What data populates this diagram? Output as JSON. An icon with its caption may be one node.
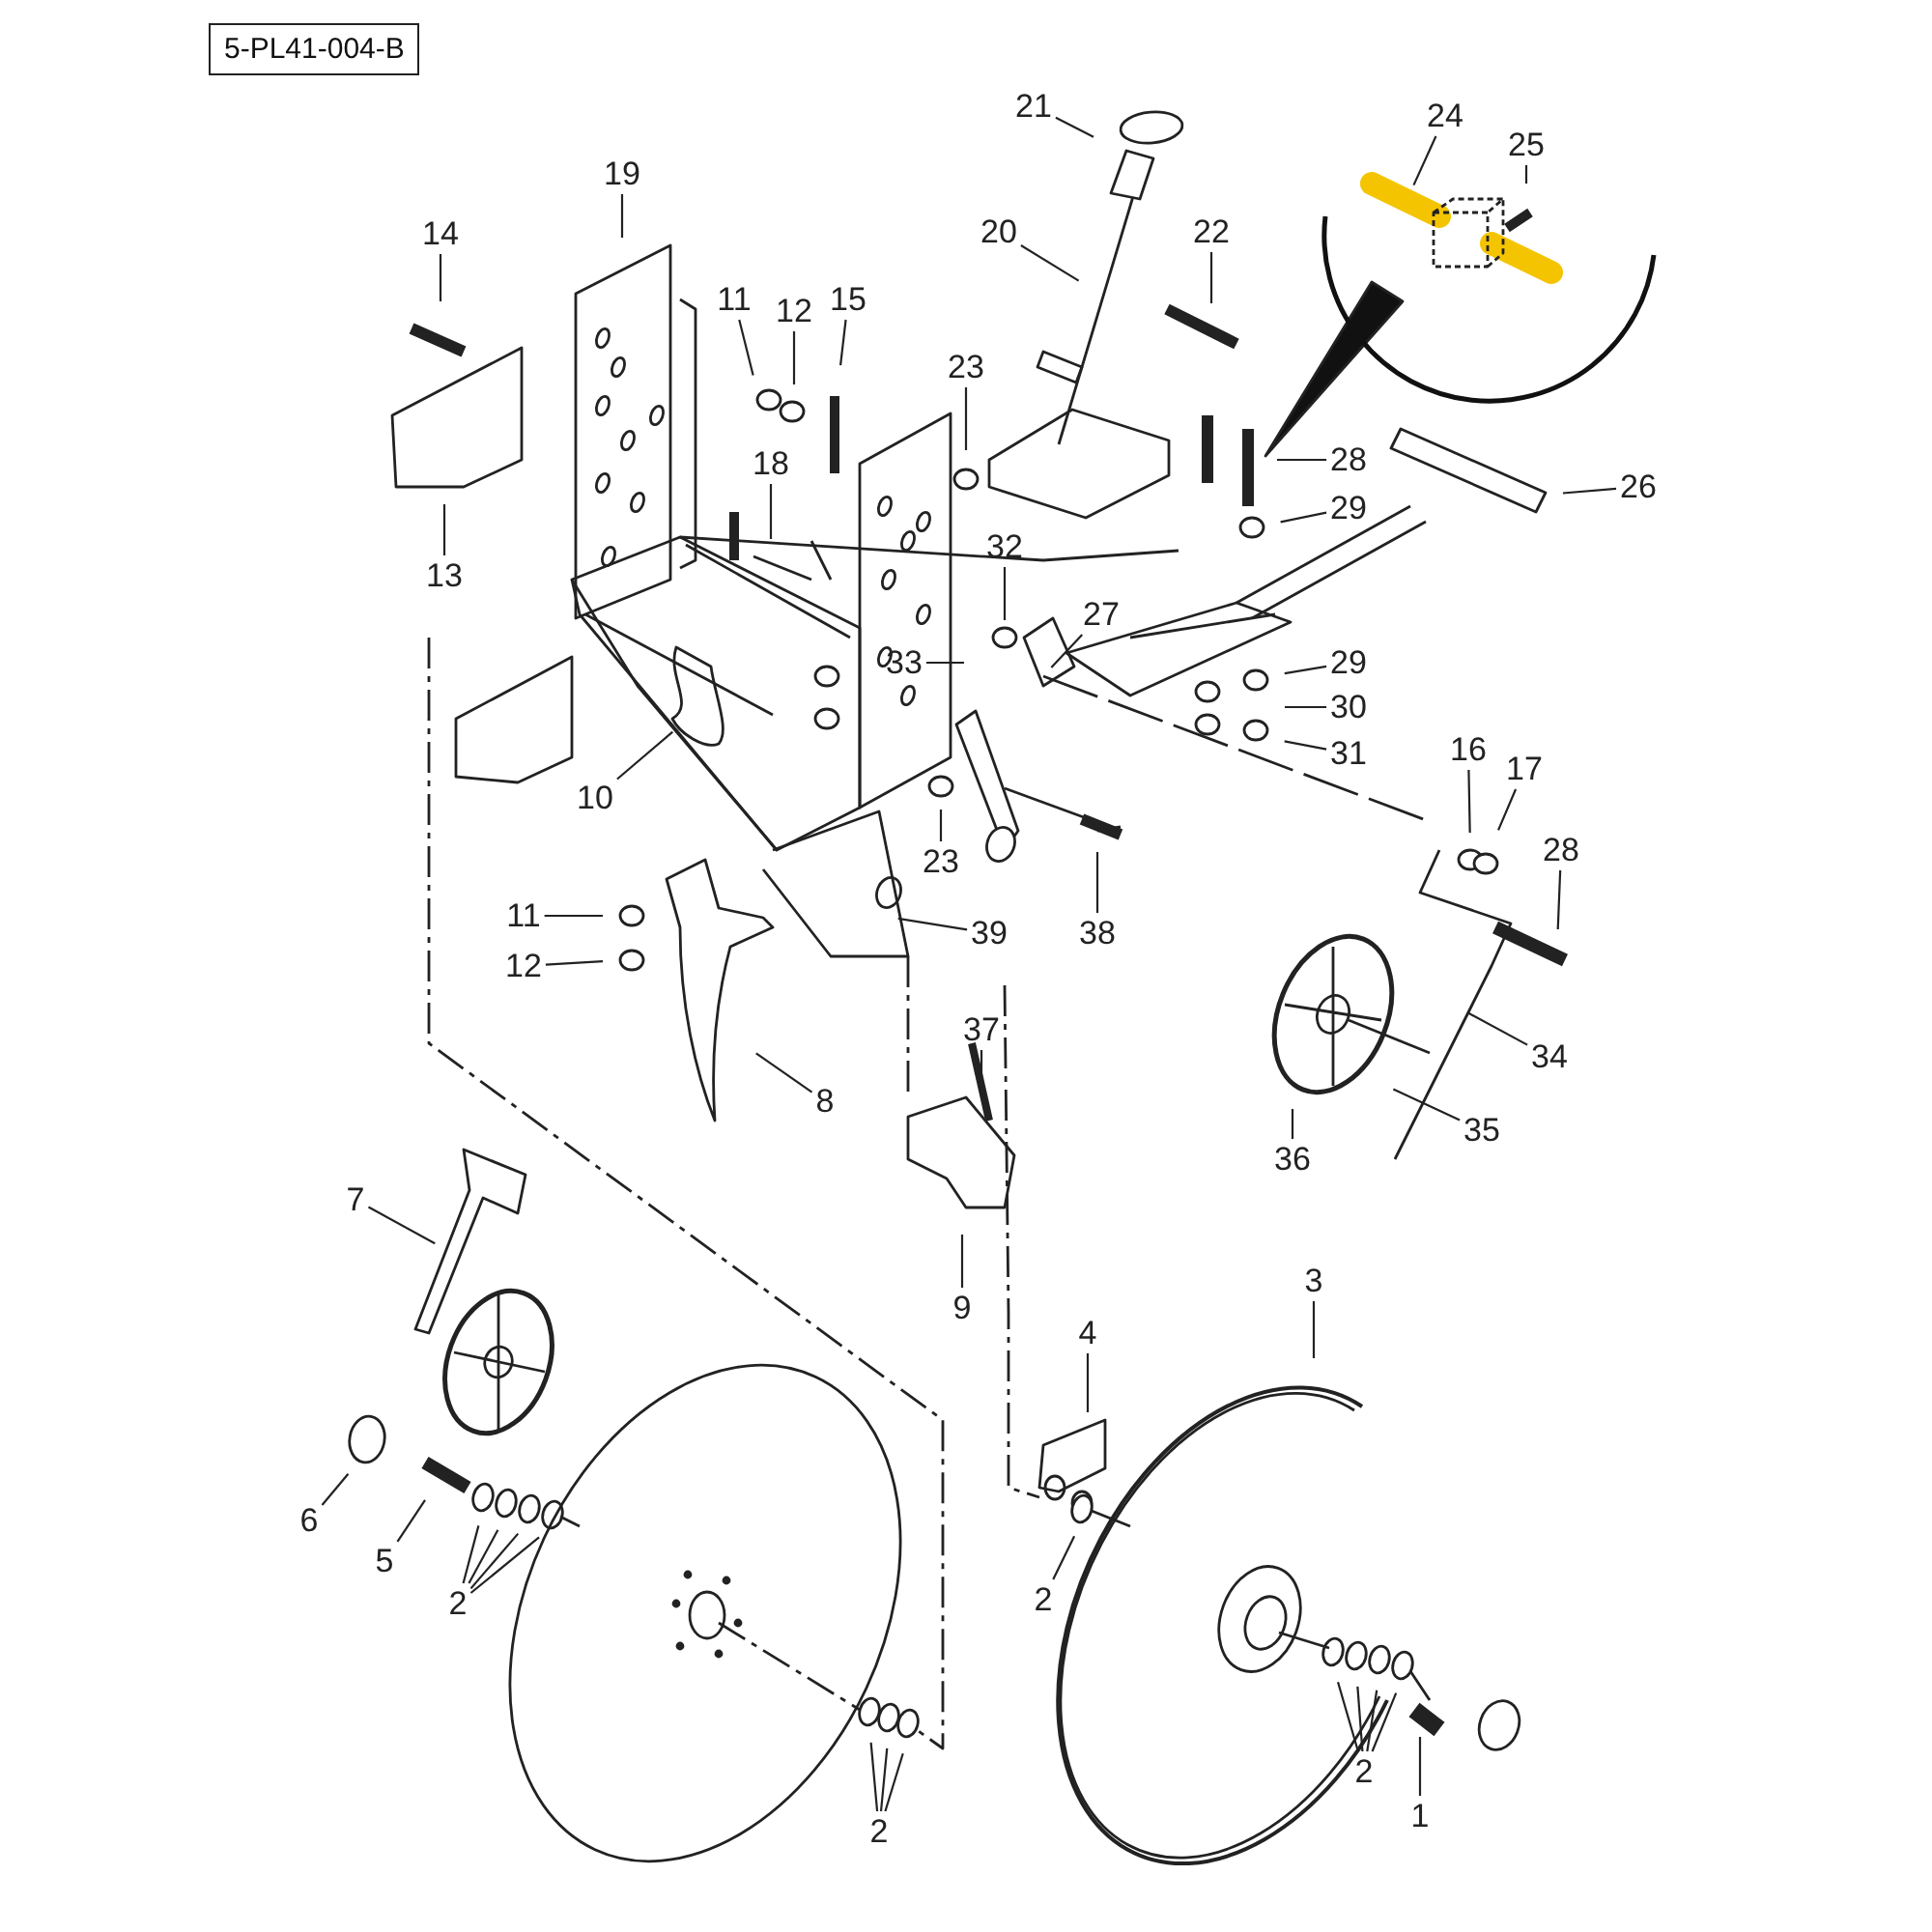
{
  "diagram": {
    "title": "5-PL41-004-B",
    "nodes": [
      {
        "text": [],
        "shape": "circle"
      },
      {
        "text": [
          "24"
        ],
        "in": 0
      },
      {
        "text": [
          "25"
        ],
        "in": 0
      },
      {
        "text": [
          "21"
        ]
      },
      {
        "text": [
          "19"
        ]
      },
      {
        "text": [
          "20"
        ]
      },
      {
        "text": [
          "22"
        ]
      },
      {
        "text": [
          "14"
        ]
      },
      {
        "text": [
          "11"
        ]
      },
      {
        "text": [
          "12"
        ]
      },
      {
        "text": [
          "15"
        ]
      },
      {
        "text": [
          "23"
        ]
      },
      {
        "text": [
          "28"
        ]
      },
      {
        "text": [
          "18"
        ]
      },
      {
        "text": [
          "26"
        ]
      },
      {
        "text": [
          "29"
        ]
      },
      {
        "text": [
          "32"
        ]
      },
      {
        "text": [
          "13"
        ]
      },
      {
        "text": [
          "27"
        ]
      },
      {
        "text": [
          "33"
        ]
      },
      {
        "text": [
          "29"
        ]
      },
      {
        "text": [
          "30"
        ]
      },
      {
        "text": [
          "31"
        ]
      },
      {
        "text": [
          "16"
        ]
      },
      {
        "text": [
          "17"
        ]
      },
      {
        "text": [
          "10"
        ]
      },
      {
        "text": [
          "28"
        ]
      },
      {
        "text": [
          "23"
        ]
      },
      {
        "text": [
          "11"
        ]
      },
      {
        "text": [
          "39"
        ]
      },
      {
        "text": [
          "38"
        ]
      },
      {
        "text": [
          "12"
        ]
      },
      {
        "text": [
          "37"
        ]
      },
      {
        "text": [
          "34"
        ]
      },
      {
        "text": [
          "8"
        ]
      },
      {
        "text": [
          "35"
        ]
      },
      {
        "text": [
          "36"
        ]
      },
      {
        "text": [
          "7"
        ]
      },
      {
        "text": [
          "3"
        ]
      },
      {
        "text": [
          "9"
        ]
      },
      {
        "text": [
          "4"
        ]
      },
      {
        "text": [
          "6"
        ]
      },
      {
        "text": [
          "5"
        ]
      },
      {
        "text": [
          "2"
        ]
      },
      {
        "text": [
          "2"
        ]
      },
      {
        "text": [
          "2"
        ]
      },
      {
        "text": [
          "1"
        ]
      },
      {
        "text": [
          "2"
        ]
      }
    ],
    "edges": [
      {
        "from": 1,
        "to": null,
        "arrow": "none"
      },
      {
        "from": 2,
        "to": null,
        "arrow": "none"
      },
      {
        "from": 3,
        "to": null,
        "arrow": "none"
      },
      {
        "from": 4,
        "to": null,
        "arrow": "none"
      },
      {
        "from": 5,
        "to": null,
        "arrow": "none"
      },
      {
        "from": 6,
        "to": null,
        "arrow": "none"
      },
      {
        "from": 7,
        "to": null,
        "arrow": "none"
      },
      {
        "from": 8,
        "to": null,
        "arrow": "none"
      },
      {
        "from": 9,
        "to": null,
        "arrow": "none"
      },
      {
        "from": 10,
        "to": null,
        "arrow": "none"
      },
      {
        "from": 11,
        "to": null,
        "arrow": "none"
      },
      {
        "from": 12,
        "to": null,
        "arrow": "none"
      },
      {
        "from": 13,
        "to": null,
        "arrow": "none"
      },
      {
        "from": 14,
        "to": null,
        "arrow": "none"
      },
      {
        "from": 15,
        "to": null,
        "arrow": "none"
      },
      {
        "from": 16,
        "to": null,
        "arrow": "none"
      },
      {
        "from": 17,
        "to": null,
        "arrow": "none"
      },
      {
        "from": 18,
        "to": null,
        "arrow": "none"
      },
      {
        "from": 19,
        "to": null,
        "arrow": "none"
      },
      {
        "from": 20,
        "to": null,
        "arrow": "none"
      },
      {
        "from": 21,
        "to": null,
        "arrow": "none"
      },
      {
        "from": 22,
        "to": null,
        "arrow": "none"
      },
      {
        "from": 23,
        "to": null,
        "arrow": "none"
      },
      {
        "from": 24,
        "to": null,
        "arrow": "none"
      },
      {
        "from": 25,
        "to": null,
        "arrow": "none"
      },
      {
        "from": 26,
        "to": null,
        "arrow": "none"
      },
      {
        "from": 27,
        "to": null,
        "arrow": "none"
      },
      {
        "from": 28,
        "to": null,
        "arrow": "none"
      },
      {
        "from": 29,
        "to": null,
        "arrow": "none"
      },
      {
        "from": 30,
        "to": null,
        "arrow": "none"
      },
      {
        "from": 31,
        "to": null,
        "arrow": "none"
      },
      {
        "from": 32,
        "to": null,
        "arrow": "none"
      },
      {
        "from": 33,
        "to": null,
        "arrow": "none"
      },
      {
        "from": 34,
        "to": null,
        "arrow": "none"
      },
      {
        "from": 35,
        "to": null,
        "arrow": "none"
      },
      {
        "from": 36,
        "to": null,
        "arrow": "none"
      },
      {
        "from": 37,
        "to": null,
        "arrow": "none"
      },
      {
        "from": 38,
        "to": null,
        "arrow": "none"
      },
      {
        "from": 39,
        "to": null,
        "arrow": "none"
      },
      {
        "from": 40,
        "to": null,
        "arrow": "none"
      },
      {
        "from": 41,
        "to": null,
        "arrow": "none"
      },
      {
        "from": 42,
        "to": null,
        "arrow": "none"
      },
      {
        "from": 43,
        "to": null,
        "arrow": "none"
      },
      {
        "from": 43,
        "to": null,
        "arrow": "none"
      },
      {
        "from": 43,
        "to": null,
        "arrow": "none"
      },
      {
        "from": 43,
        "to": null,
        "arrow": "none"
      },
      {
        "from": 44,
        "to": null,
        "arrow": "none"
      },
      {
        "from": 45,
        "to": null,
        "arrow": "none"
      },
      {
        "from": 45,
        "to": null,
        "arrow": "none"
      },
      {
        "from": 45,
        "to": null,
        "arrow": "none"
      },
      {
        "from": 45,
        "to": null,
        "arrow": "none"
      },
      {
        "from": 46,
        "to": null,
        "arrow": "none"
      },
      {
        "from": 47,
        "to": null,
        "arrow": "none"
      },
      {
        "from": 47,
        "to": null,
        "arrow": "none"
      },
      {
        "from": 47,
        "to": null,
        "arrow": "none"
      }
    ]
  }
}
